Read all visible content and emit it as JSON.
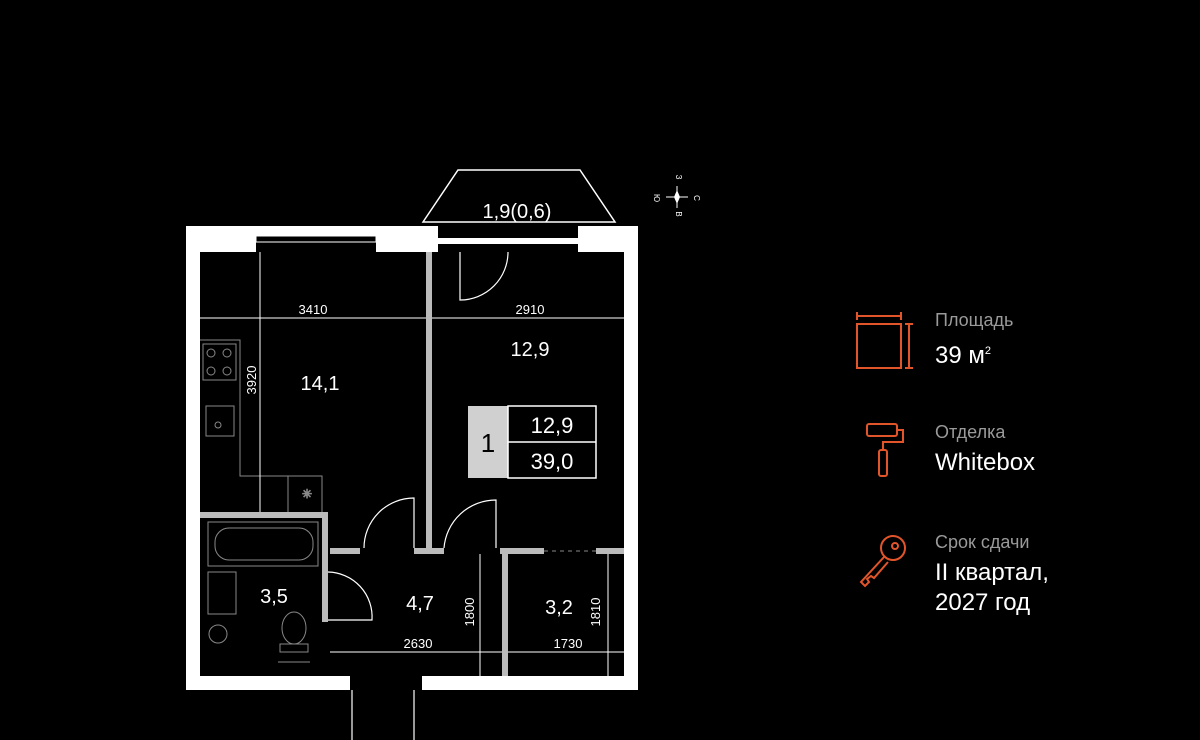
{
  "plan": {
    "balcony_area": "1,9(0,6)",
    "compass": {
      "n": "С",
      "s": "Ю",
      "w": "З",
      "e": "В"
    },
    "rooms": {
      "kitchen": "14,1",
      "living": "12,9",
      "bathroom": "3,5",
      "hall": "4,7",
      "storage": "3,2"
    },
    "dimensions": {
      "kitchen_width": "3410",
      "kitchen_depth": "3920",
      "living_width": "2910",
      "hall_depth": "1800",
      "storage_depth": "1810",
      "hall_width": "2630",
      "storage_width": "1730"
    },
    "badge": {
      "rooms_count": "1",
      "living_area": "12,9",
      "total_area": "39,0"
    }
  },
  "info": {
    "accent_color": "#e2552b",
    "area": {
      "label": "Площадь",
      "value": "39 м",
      "unit_sup": "2"
    },
    "finish": {
      "label": "Отделка",
      "value": "Whitebox"
    },
    "delivery": {
      "label": "Срок сдачи",
      "value_line1": "II квартал,",
      "value_line2": "2027 год"
    }
  }
}
